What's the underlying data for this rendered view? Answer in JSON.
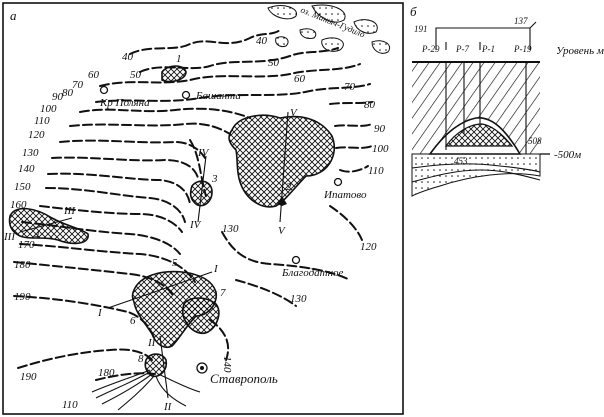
{
  "panel_a": {
    "panel_label": "а",
    "places": {
      "bashanta": "Башанта",
      "kr_polyana": "Кр Поляна",
      "ipatovo": "Ипатово",
      "blagodatnoe": "Благодатное",
      "stavropol": "Ставрополь",
      "manych": "оз. Маныч-Гудило"
    },
    "isolines": [
      "40",
      "50",
      "40",
      "50",
      "60",
      "60",
      "70",
      "80",
      "90",
      "100",
      "110",
      "120",
      "130",
      "100",
      "90",
      "70",
      "80",
      "110",
      "120",
      "130",
      "140",
      "150",
      "160",
      "170",
      "180",
      "190",
      "190",
      "180",
      "110",
      "130",
      "140"
    ],
    "deposits": [
      "1",
      "2",
      "3",
      "4",
      "5",
      "6",
      "7",
      "8"
    ],
    "profiles": [
      "I",
      "I",
      "II",
      "II",
      "III",
      "III",
      "IV",
      "IV",
      "V",
      "V"
    ]
  },
  "panel_b": {
    "panel_label": "б",
    "wells": [
      "Р-29",
      "Р-7",
      "Р-1",
      "Р-19"
    ],
    "top_values": [
      "191",
      "137"
    ],
    "sea_level": "Уровень моря",
    "depth_label": "-500м",
    "marks": [
      "453",
      "508"
    ]
  }
}
